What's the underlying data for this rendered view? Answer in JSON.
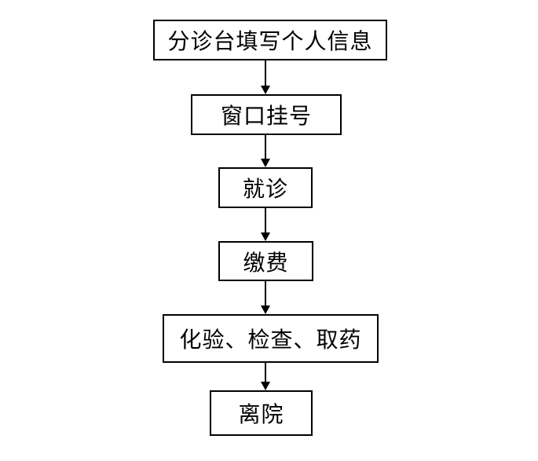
{
  "flowchart": {
    "title": "outpatient-visit-process",
    "steps": [
      {
        "id": "triage-info",
        "label": "分诊台填写个人信息"
      },
      {
        "id": "registration",
        "label": "窗口挂号"
      },
      {
        "id": "consultation",
        "label": "就诊"
      },
      {
        "id": "payment",
        "label": "缴费"
      },
      {
        "id": "tests-medicine",
        "label": "化验、检查、取药"
      },
      {
        "id": "discharge",
        "label": "离院"
      }
    ],
    "connections": [
      {
        "from": 0,
        "to": 1,
        "direction": "down"
      },
      {
        "from": 1,
        "to": 2,
        "direction": "down"
      },
      {
        "from": 2,
        "to": 3,
        "direction": "down"
      },
      {
        "from": 3,
        "to": 4,
        "direction": "down"
      },
      {
        "from": 4,
        "to": 5,
        "direction": "down"
      }
    ]
  },
  "colors": {
    "background": "#ffffff",
    "border": "#000000",
    "text": "#000000",
    "arrow": "#000000"
  }
}
